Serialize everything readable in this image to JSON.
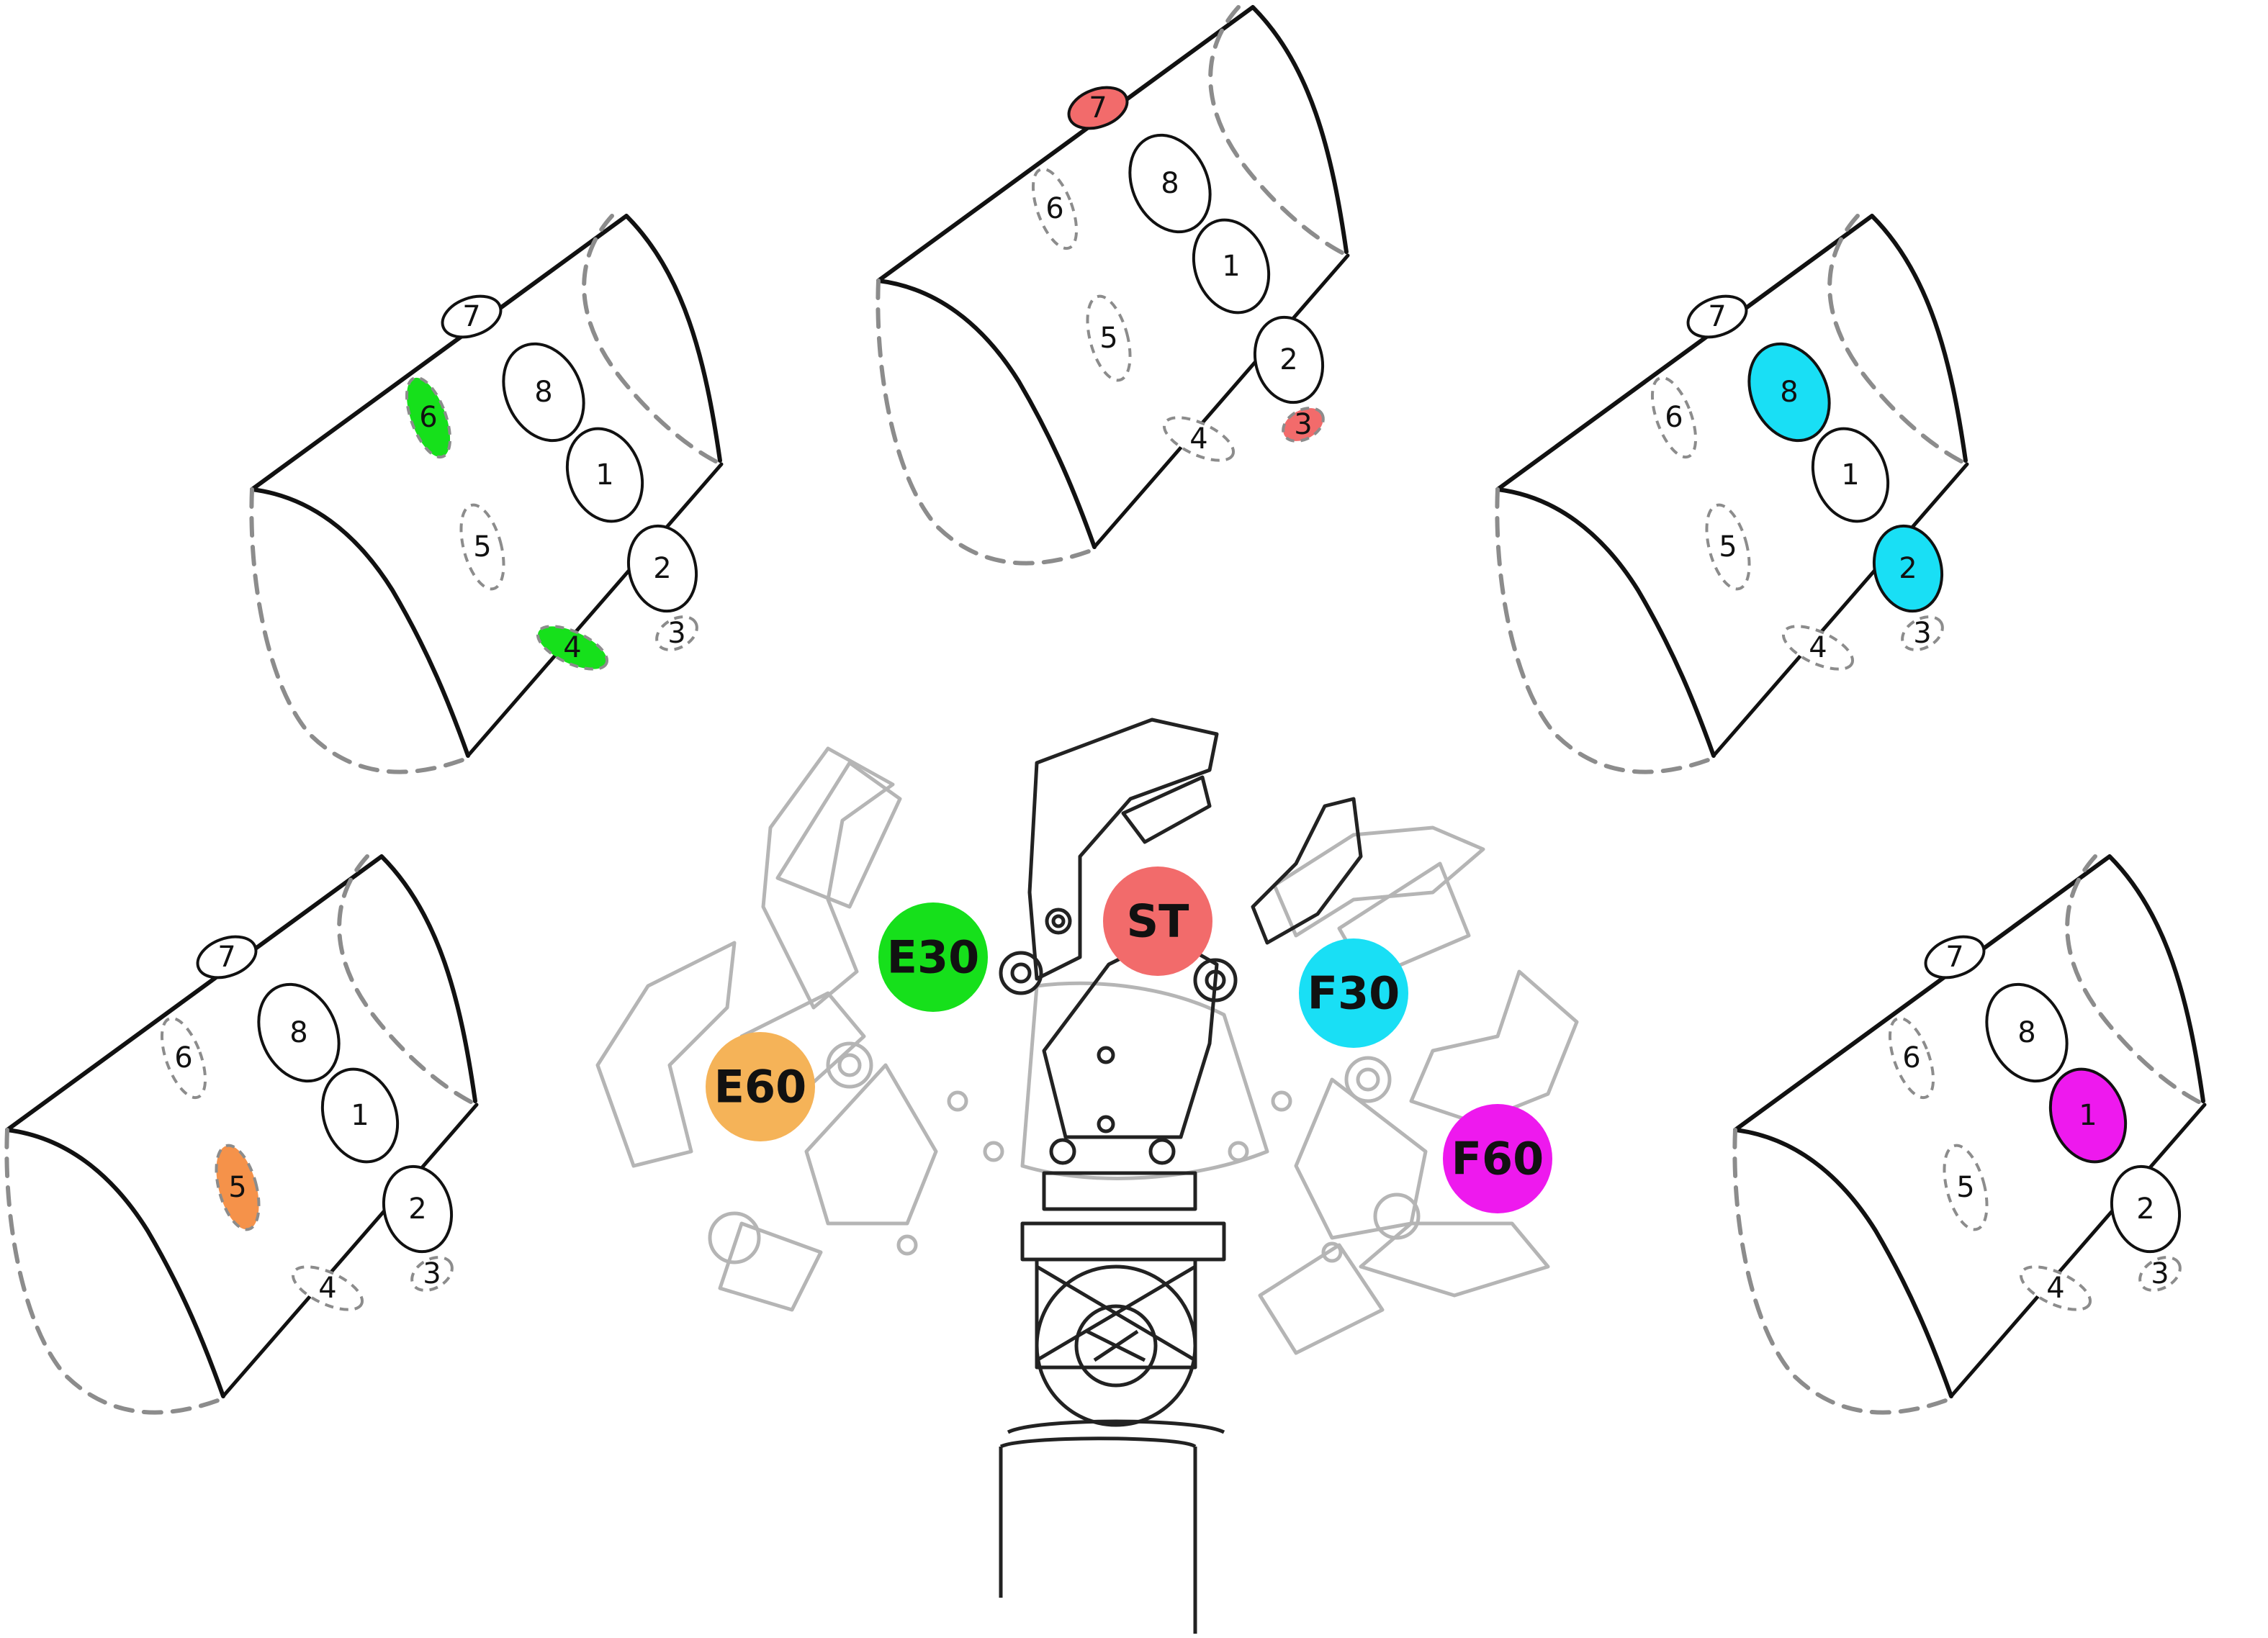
{
  "colors": {
    "st": "#F26B6B",
    "e30": "#16E01B",
    "f30": "#19DFF5",
    "e60": "#F5B358",
    "f60": "#EE19EE",
    "e60_sensor": "#F5924A",
    "outline": "#111111",
    "dashed": "#8C8C8C",
    "ghost": "#B5B5B5"
  },
  "positions": [
    {
      "id": "st",
      "label": "ST"
    },
    {
      "id": "e30",
      "label": "E30"
    },
    {
      "id": "f30",
      "label": "F30"
    },
    {
      "id": "e60",
      "label": "E60"
    },
    {
      "id": "f60",
      "label": "F60"
    }
  ],
  "sensor_panels": [
    {
      "id": "st",
      "active": [
        "7",
        "3"
      ]
    },
    {
      "id": "e30",
      "active": [
        "6",
        "4"
      ]
    },
    {
      "id": "f30",
      "active": [
        "8",
        "2"
      ]
    },
    {
      "id": "e60",
      "active": [
        "5"
      ]
    },
    {
      "id": "f60",
      "active": [
        "1"
      ]
    }
  ],
  "pad_labels": [
    "1",
    "2",
    "3",
    "4",
    "5",
    "6",
    "7",
    "8"
  ]
}
